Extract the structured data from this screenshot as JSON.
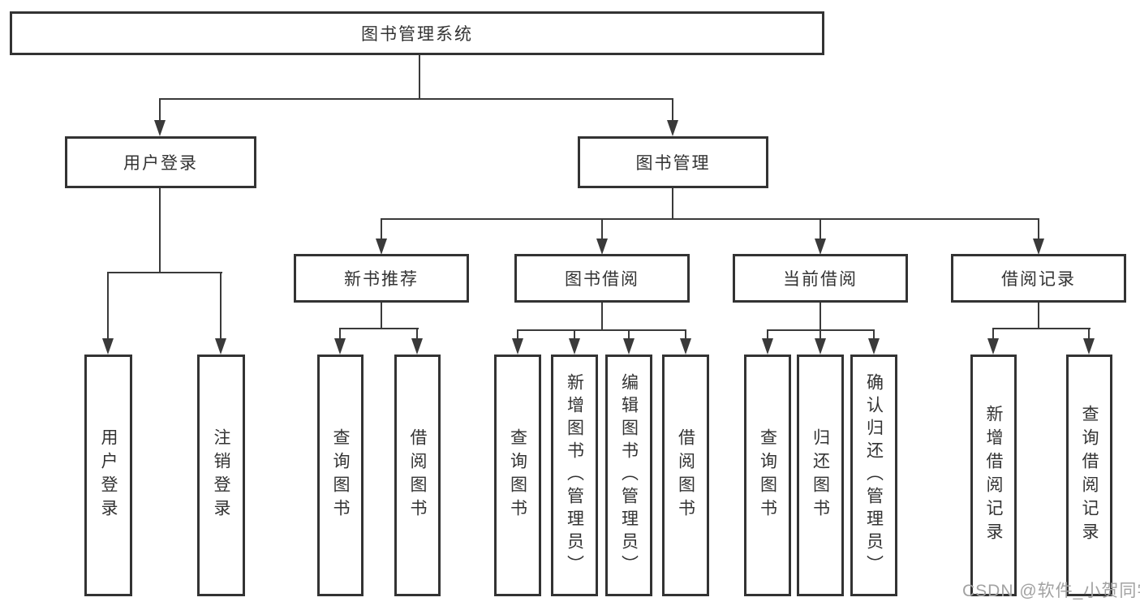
{
  "tree": {
    "root": {
      "label": "图书管理系统"
    },
    "branches": [
      {
        "label": "用户登录",
        "children": [
          {
            "label": "用户登录"
          },
          {
            "label": "注销登录"
          }
        ]
      },
      {
        "label": "图书管理",
        "children": [
          {
            "label": "新书推荐",
            "children": [
              {
                "label": "查询图书"
              },
              {
                "label": "借阅图书"
              }
            ]
          },
          {
            "label": "图书借阅",
            "children": [
              {
                "label": "查询图书"
              },
              {
                "label": "新增图书（管理员）"
              },
              {
                "label": "编辑图书（管理员）"
              },
              {
                "label": "借阅图书"
              }
            ]
          },
          {
            "label": "当前借阅",
            "children": [
              {
                "label": "查询图书"
              },
              {
                "label": "归还图书"
              },
              {
                "label": "确认归还（管理员）"
              }
            ]
          },
          {
            "label": "借阅记录",
            "children": [
              {
                "label": "新增借阅记录"
              },
              {
                "label": "查询借阅记录"
              }
            ]
          }
        ]
      }
    ]
  },
  "watermark": {
    "text": "CSDN @软件_小贺同学"
  },
  "colors": {
    "line": "#3a3a3a",
    "box_border": "#333333",
    "box_fill": "#ffffff",
    "text": "#333333",
    "watermark": "#a2a2a2",
    "background": "#ffffff"
  }
}
